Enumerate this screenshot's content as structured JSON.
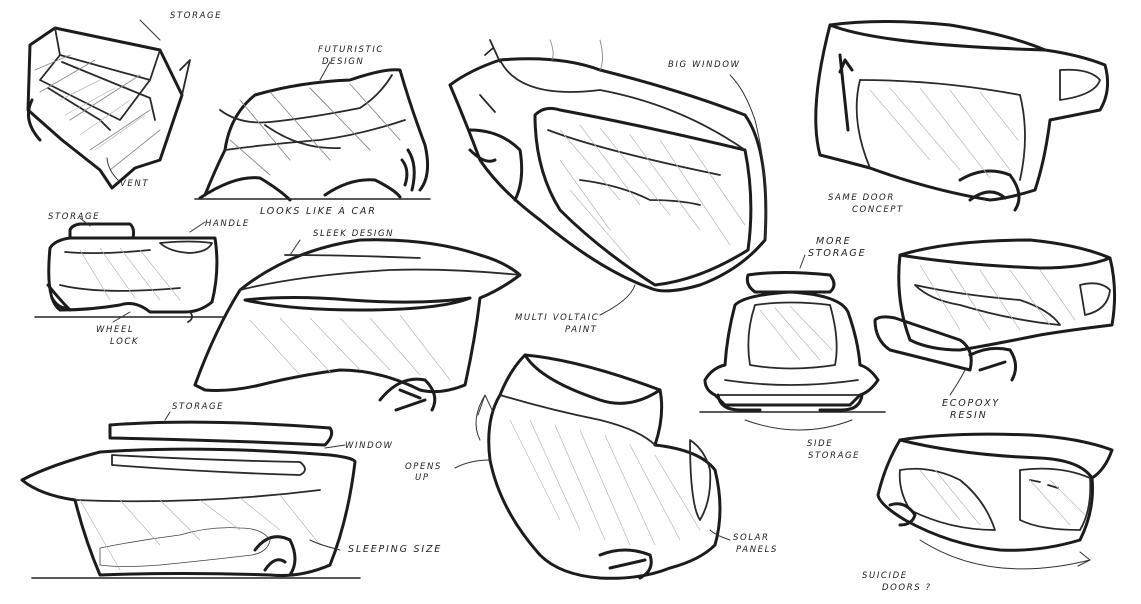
{
  "notes": {
    "storage_top": "STORAGE",
    "futuristic_1": "FUTURISTIC",
    "futuristic_2": "DESIGN",
    "big_window": "BIG WINDOW",
    "vent": "VENT",
    "looks_like_car": "LOOKS LIKE A CAR",
    "same_door_1": "SAME DOOR",
    "same_door_2": "CONCEPT",
    "storage_left": "STORAGE",
    "handle": "HANDLE",
    "sleek_design": "SLEEK DESIGN",
    "more_storage_1": "MORE",
    "more_storage_2": "STORAGE",
    "wheel_lock_1": "WHEEL",
    "wheel_lock_2": "LOCK",
    "multi_voltaic_1": "MULTI VOLTAIC",
    "multi_voltaic_2": "PAINT",
    "epoxy_1": "ECOPOXY",
    "epoxy_2": "RESIN",
    "storage_bottom": "STORAGE",
    "window": "WINDOW",
    "opens_up_1": "OPENS",
    "opens_up_2": "UP",
    "side_storage_1": "SIDE",
    "side_storage_2": "STORAGE",
    "sleeping_size": "SLEEPING SIZE",
    "solar_panels_1": "SOLAR",
    "solar_panels_2": "PANELS",
    "suicide_doors_1": "SUICIDE",
    "suicide_doors_2": "DOORS ?"
  }
}
